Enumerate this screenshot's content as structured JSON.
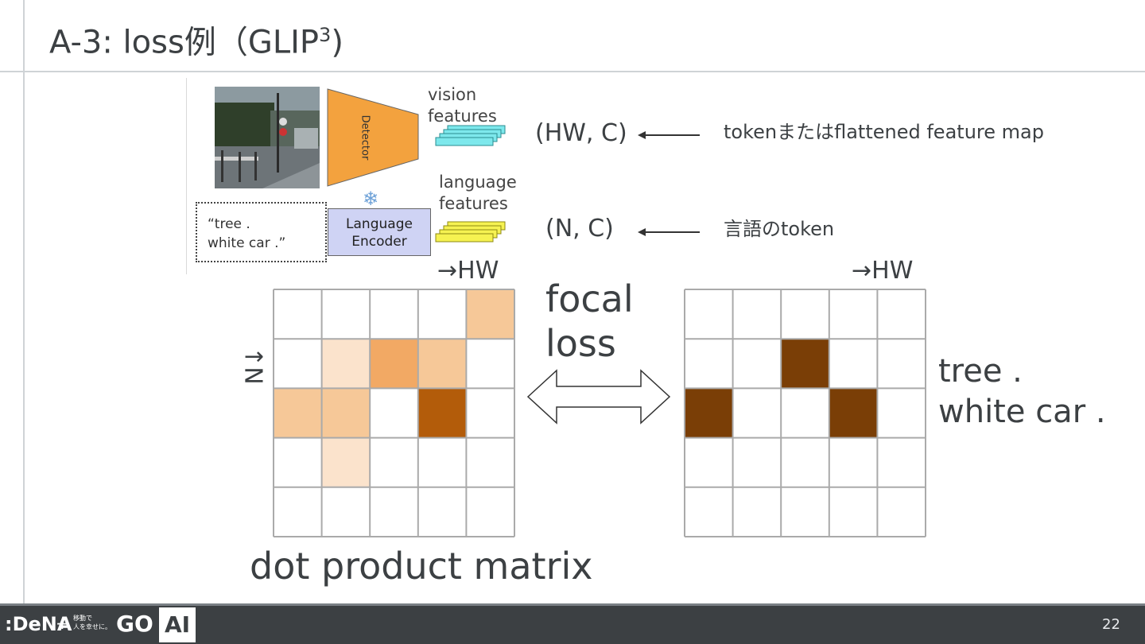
{
  "slide": {
    "title_main": "A-3: loss例（GLIP",
    "title_sup": "3",
    "title_close": ")",
    "page_number": "22"
  },
  "figure": {
    "detector_label": "Detector",
    "vision_features": [
      "vision",
      "features"
    ],
    "language_features": [
      "language",
      "features"
    ],
    "text_prompt": [
      "“tree .",
      "white car .”"
    ],
    "language_encoder": [
      "Language",
      "Encoder"
    ],
    "snowflake": "❄"
  },
  "shapes": {
    "vision": "(HW, C)",
    "language": "(N, C)"
  },
  "notes": {
    "vision": "tokenまたはflattened feature map",
    "language": "言語のtoken"
  },
  "matrix": {
    "axis_hw_left": "→HW",
    "axis_hw_right": "→HW",
    "axis_n": "N↓",
    "caption": "dot product matrix",
    "loss_label": [
      "focal",
      "loss"
    ],
    "target_text": [
      "tree .",
      "white car ."
    ],
    "colors": {
      "strong": "#b35c0a",
      "high": "#f2a964",
      "mid": "#f6c898",
      "low": "#fbe3cc",
      "target": "#7a3e06",
      "grid": "#aaaaaa"
    },
    "predicted": [
      [
        "none",
        "none",
        "none",
        "none",
        "mid"
      ],
      [
        "none",
        "low",
        "high",
        "mid",
        "none"
      ],
      [
        "mid",
        "mid",
        "none",
        "strong",
        "none"
      ],
      [
        "none",
        "low",
        "none",
        "none",
        "none"
      ],
      [
        "none",
        "none",
        "none",
        "none",
        "none"
      ]
    ],
    "target": [
      [
        "none",
        "none",
        "none",
        "none",
        "none"
      ],
      [
        "none",
        "none",
        "target",
        "none",
        "none"
      ],
      [
        "target",
        "none",
        "none",
        "target",
        "none"
      ],
      [
        "none",
        "none",
        "none",
        "none",
        "none"
      ],
      [
        "none",
        "none",
        "none",
        "none",
        "none"
      ]
    ]
  },
  "footer": {
    "brand_dena": "DeNA",
    "plus": "+",
    "go_tagline": [
      "移動で",
      "人を幸せに。"
    ],
    "brand_go": "GO",
    "ai_badge": "AI"
  }
}
